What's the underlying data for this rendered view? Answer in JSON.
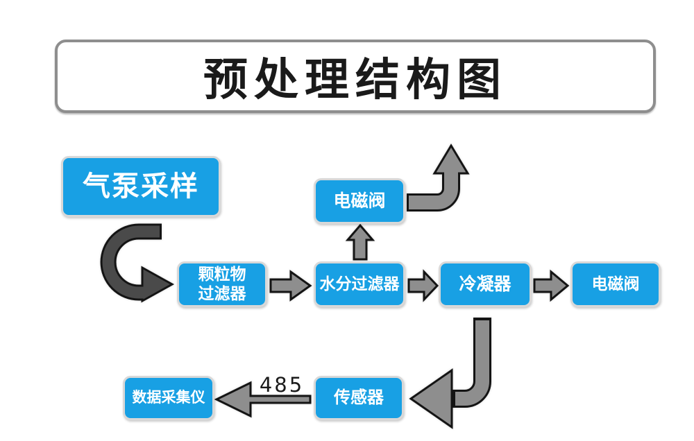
{
  "title": "预处理结构图",
  "colors": {
    "node_fill": "#18A0E4",
    "node_border": "#D8D8D8",
    "arrow_fill": "#8E8E8E",
    "arrow_dark_fill": "#4A4A4A",
    "arrow_outline": "#141414",
    "title_border": "#8E8E8E",
    "text_dark": "#1A1A1A"
  },
  "nodes": {
    "pump": {
      "label": "气泵采样"
    },
    "valve_top": {
      "label": "电磁阀"
    },
    "particulate_filter": {
      "line1": "颗粒物",
      "line2": "过滤器"
    },
    "water_filter": {
      "label": "水分过滤器"
    },
    "condenser": {
      "label": "冷凝器"
    },
    "valve_right": {
      "label": "电磁阀"
    },
    "sensor": {
      "label": "传感器"
    },
    "data_collector": {
      "label": "数据采集仪"
    }
  },
  "arrows": {
    "bus_label": "485"
  }
}
